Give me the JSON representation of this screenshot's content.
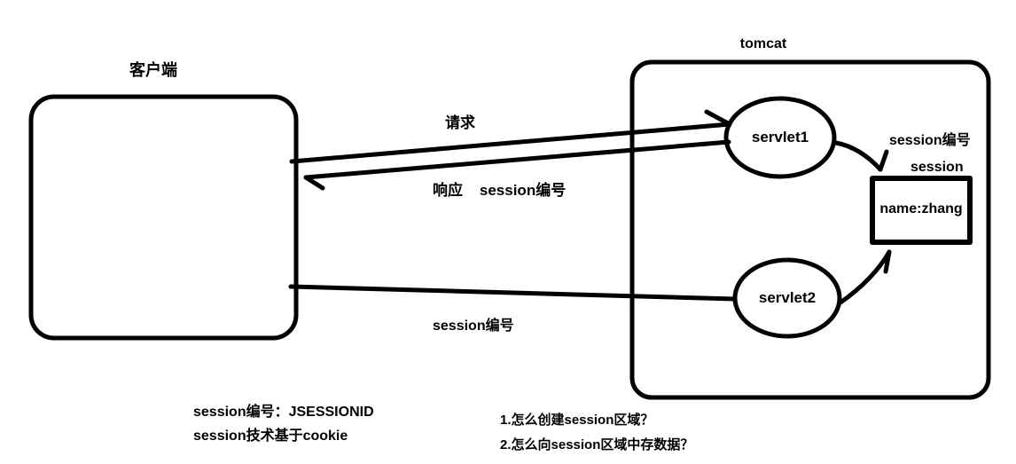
{
  "colors": {
    "ink": "#000000",
    "background": "#ffffff"
  },
  "diagram": {
    "client": {
      "label": "客户端"
    },
    "tomcat": {
      "label": "tomcat"
    },
    "nodes": {
      "servlet1": "servlet1",
      "servlet2": "servlet2"
    },
    "session_store": {
      "id_caption": "session编号",
      "title": "session",
      "entry": "name:zhang"
    },
    "edges": {
      "request_label": "请求",
      "response_label": "响应    session编号",
      "session_id_label": "session编号"
    },
    "notes": {
      "left": [
        "session编号：JSESSIONID",
        "session技术基于cookie"
      ],
      "right": [
        "1.怎么创建session区域？",
        "2.怎么向session区域中存数据？"
      ]
    }
  }
}
